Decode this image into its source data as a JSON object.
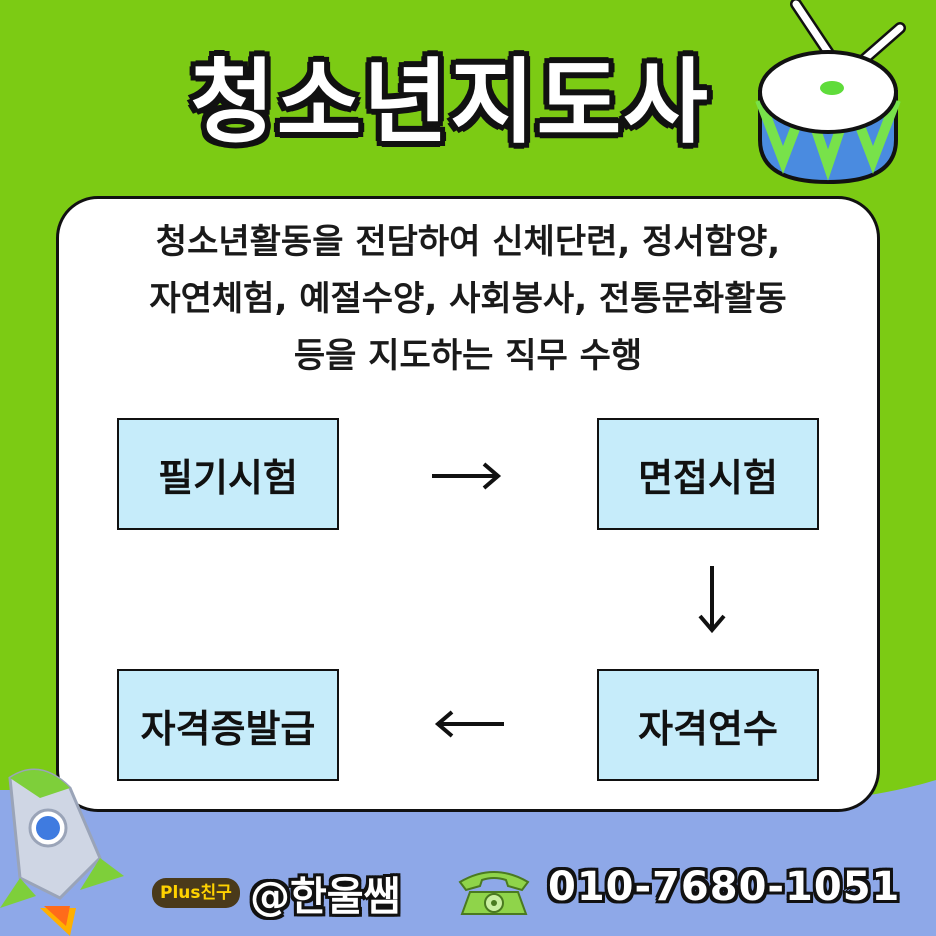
{
  "title": "청소년지도사",
  "description": {
    "line1": "청소년활동을 전담하여 신체단련, 정서함양,",
    "line2": "자연체험, 예절수양, 사회봉사, 전통문화활동",
    "line3": "등을 지도하는 직무 수행"
  },
  "steps": [
    {
      "label": "필기시험"
    },
    {
      "label": "면접시험"
    },
    {
      "label": "자격연수"
    },
    {
      "label": "자격증발급"
    }
  ],
  "footer": {
    "badge": "Plus친구",
    "handle": "@한울쌤",
    "phone": "010-7680-1051"
  },
  "colors": {
    "background": "#7ccb14",
    "bottom_band": "#8ea8e8",
    "step_fill": "#c6ecfa"
  },
  "icons": [
    "drum-icon",
    "rocket-icon",
    "telephone-icon",
    "arrow-right-icon",
    "arrow-down-icon",
    "arrow-left-icon"
  ]
}
